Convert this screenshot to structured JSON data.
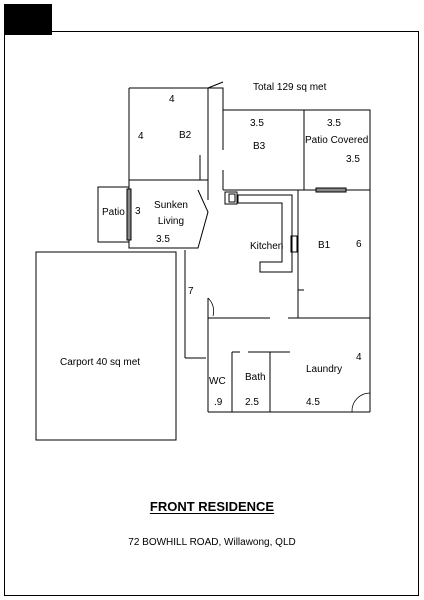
{
  "plan": {
    "total_area": "Total 129 sq met",
    "rooms": {
      "b2": {
        "name": "B2",
        "dim_top": "4",
        "dim_side": "4"
      },
      "b3": {
        "name": "B3",
        "dim_top": "3.5"
      },
      "patio_covered": {
        "name": "Patio Covered",
        "dim_top": "3.5",
        "dim_side": "3.5"
      },
      "patio": {
        "name": "Patio",
        "dim": "3"
      },
      "sunken_living": {
        "name": "Sunken\nLiving",
        "dim": "3.5"
      },
      "kitchen": {
        "name": "Kitchen"
      },
      "b1": {
        "name": "B1",
        "dim": "6"
      },
      "hallway": {
        "dim": "7"
      },
      "carport": {
        "name": "Carport 40 sq met"
      },
      "wc": {
        "name": "WC",
        "dim": ".9"
      },
      "bath": {
        "name": "Bath",
        "dim": "2.5"
      },
      "laundry": {
        "name": "Laundry",
        "dim_side": "4",
        "dim_bottom": "4.5"
      }
    }
  },
  "footer": {
    "title": "FRONT RESIDENCE",
    "address": "72 BOWHILL ROAD, Willawong, QLD"
  }
}
